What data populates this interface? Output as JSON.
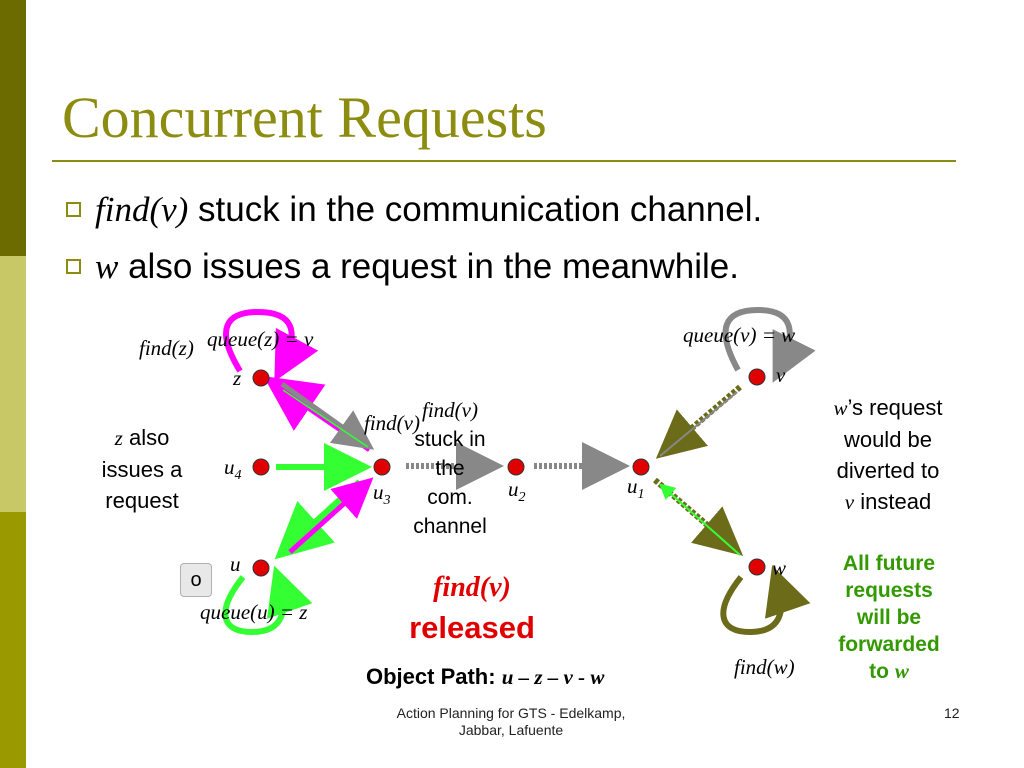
{
  "slide": {
    "title": "Concurrent Requests",
    "bullets": [
      {
        "italic": "find(v)",
        "text": " stuck in the communication channel."
      },
      {
        "italic": "w",
        "text": " also issues a request in the meanwhile."
      }
    ],
    "colors": {
      "title": "#8c8c10",
      "sidebar_dark": "#6b6b00",
      "sidebar_light": "#c8c866",
      "sidebar_mid": "#9a9a00",
      "node": "#e00000",
      "magenta_arrow": "#ff00ff",
      "green_arrow": "#33ff33",
      "gray_arrow": "#888888",
      "olive_arrow": "#6b6b1a",
      "released": "#e00000",
      "forward_note": "#339900"
    }
  },
  "nodes": {
    "z": "z",
    "v": "v",
    "u4": "u",
    "u4_sub": "4",
    "u3": "u",
    "u3_sub": "3",
    "u2": "u",
    "u2_sub": "2",
    "u1": "u",
    "u1_sub": "1",
    "u": "u",
    "w": "w"
  },
  "labels": {
    "find_z": "find(z)",
    "queue_z": "queue(z) = v",
    "queue_v": "queue(v) = w",
    "find_v_u3": "find(v)",
    "find_v_channel": "find(v)",
    "stuck_1": "stuck in",
    "stuck_2": "the",
    "stuck_3": "com.",
    "stuck_4": "channel",
    "z_also_italic": "z",
    "z_also_1": " also",
    "z_also_2": "issues a",
    "z_also_3": "request",
    "w_req_italic": "w",
    "w_req_1": "’s request",
    "w_req_2": "would be",
    "w_req_3": "diverted to",
    "w_req_4_italic": "v",
    "w_req_4": " instead",
    "queue_u": "queue(u) = z",
    "released_italic": "find(v)",
    "released": "released",
    "object_path_label": "Object Path: ",
    "object_path_value": "u – z – v - w",
    "find_w": "find(w)",
    "future_1": "All future",
    "future_2": "requests",
    "future_3": "will be",
    "future_4": "forwarded",
    "future_5": "to ",
    "future_5_italic": "w",
    "o_button": "o"
  },
  "footer": {
    "source_line1": "Action Planning for GTS - Edelkamp,",
    "source_line2": "Jabbar, Lafuente",
    "page": "12"
  }
}
